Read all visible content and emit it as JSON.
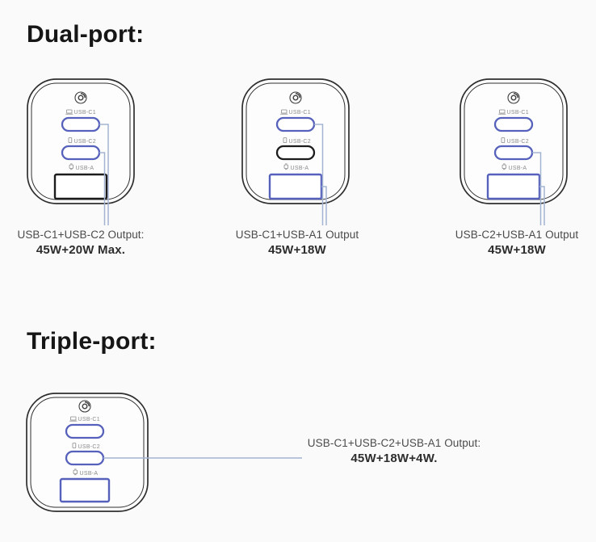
{
  "page": {
    "background": "#fafafa"
  },
  "colors": {
    "port_active": "#5661bc",
    "port_inactive": "#1c1c1c",
    "connector_line": "#a3b3d2"
  },
  "sections": {
    "dual": {
      "title": "Dual-port:"
    },
    "triple": {
      "title": "Triple-port:"
    }
  },
  "port_labels": {
    "c1": "USB-C1",
    "c2": "USB-C2",
    "a": "USB-A"
  },
  "icons": {
    "brand_logo": "baseus-circular-logo",
    "c1_device": "laptop-icon",
    "c2_device": "phone-icon",
    "a_device": "watch-icon"
  },
  "chargers": [
    {
      "name": "dual-c1-c2",
      "highlighted_ports": [
        "USB-C1",
        "USB-C2"
      ],
      "port_colors": {
        "c1": "#5661bc",
        "c2": "#5661bc",
        "a": "#1c1c1c"
      },
      "caption": {
        "ports": "USB-C1+USB-C2 Output:",
        "watts": "45W+20W Max."
      }
    },
    {
      "name": "dual-c1-a1",
      "highlighted_ports": [
        "USB-C1",
        "USB-A1"
      ],
      "port_colors": {
        "c1": "#5661bc",
        "c2": "#1c1c1c",
        "a": "#5661bc"
      },
      "caption": {
        "ports": "USB-C1+USB-A1 Output",
        "watts": "45W+18W"
      }
    },
    {
      "name": "dual-c2-a1",
      "highlighted_ports": [
        "USB-C2",
        "USB-A1"
      ],
      "port_colors": {
        "c1": "#5661bc",
        "c2": "#5661bc",
        "a": "#5661bc"
      },
      "caption": {
        "ports": "USB-C2+USB-A1 Output",
        "watts": "45W+18W"
      }
    },
    {
      "name": "triple-all",
      "highlighted_ports": [
        "USB-C1",
        "USB-C2",
        "USB-A1"
      ],
      "port_colors": {
        "c1": "#5661bc",
        "c2": "#5661bc",
        "a": "#5661bc"
      },
      "caption": {
        "ports": "USB-C1+USB-C2+USB-A1 Output:",
        "watts": "45W+18W+4W."
      }
    }
  ]
}
